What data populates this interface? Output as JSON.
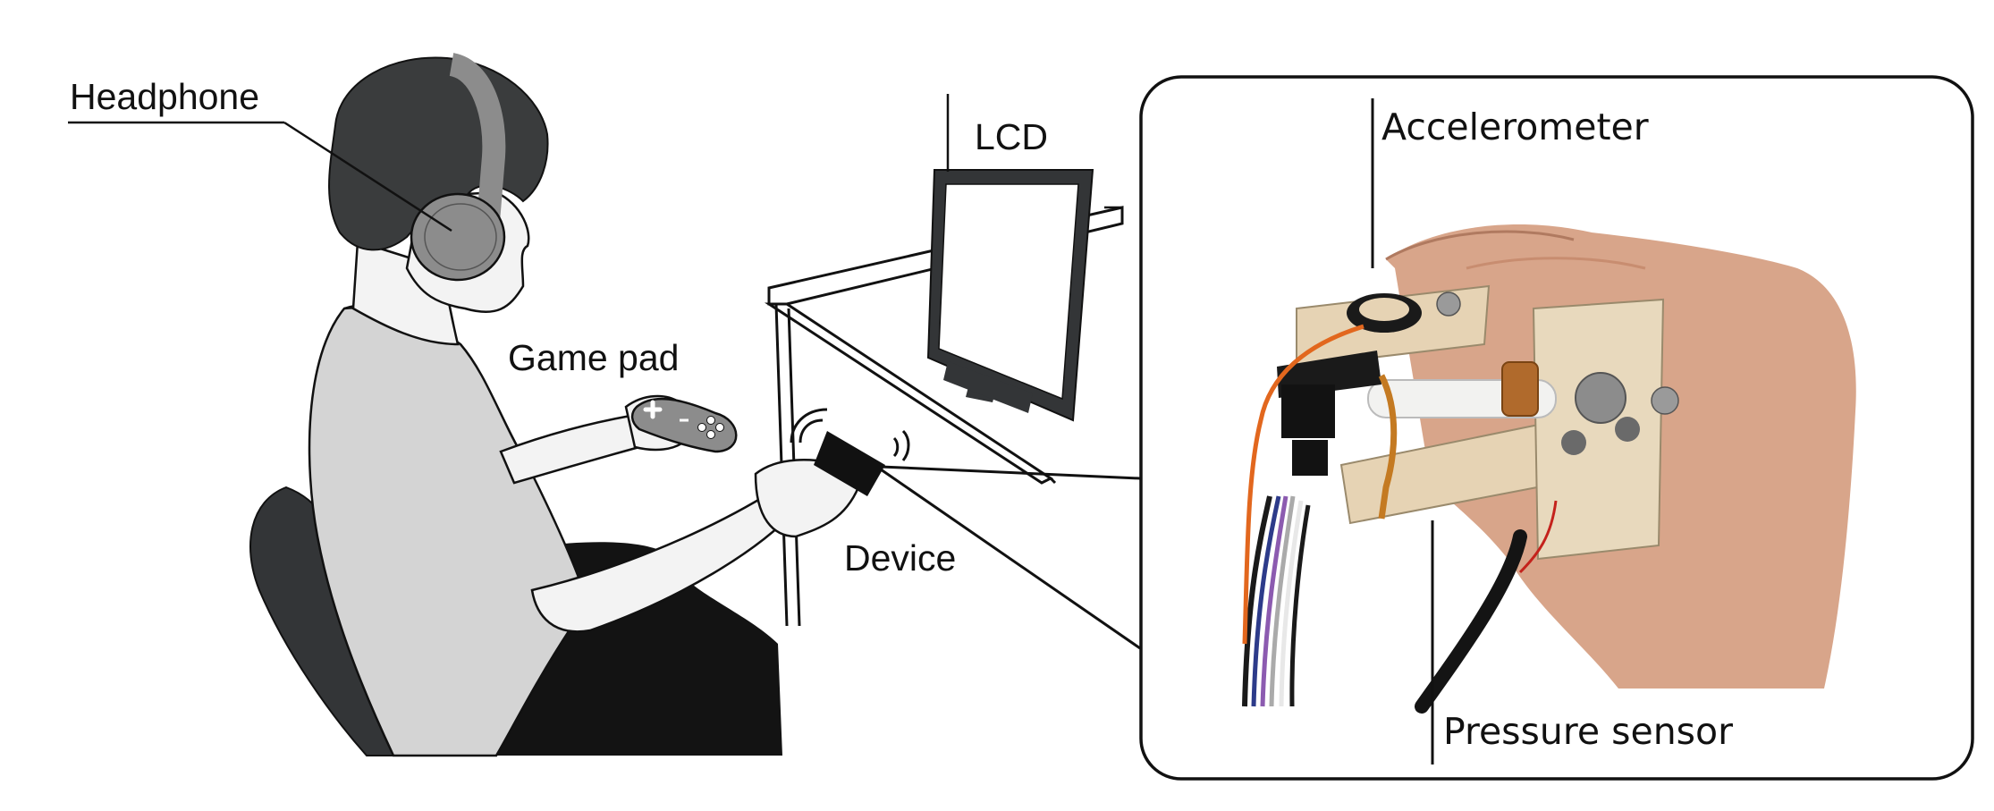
{
  "labels": {
    "headphone": "Headphone",
    "lcd": "LCD",
    "game_pad": "Game pad",
    "device": "Device",
    "accelerometer": "Accelerometer",
    "pressure_sensor": "Pressure sensor"
  },
  "colors": {
    "hair": "#3a3c3d",
    "shirt": "#d4d4d4",
    "skin": "#f3f3f3",
    "chair": "#333537",
    "pants": "#131313",
    "headphone": "#8c8c8c",
    "acrylic": "#e6d3b4",
    "hand": "#d8a58a",
    "orange_wire": "#e2671e"
  }
}
